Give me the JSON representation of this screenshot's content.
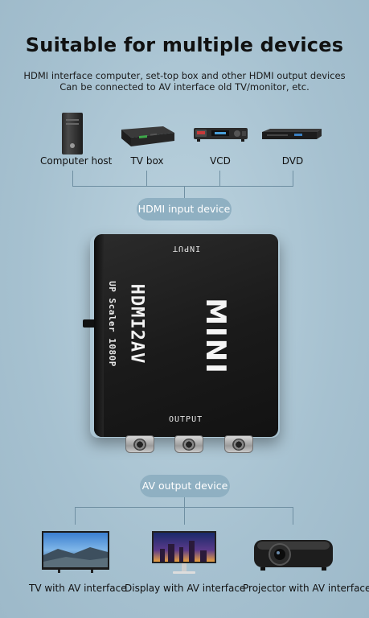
{
  "title": "Suitable for multiple devices",
  "subtitle": {
    "line1": "HDMI interface computer, set-top box and other HDMI output devices",
    "line2": "Can be connected to AV interface old TV/monitor, etc."
  },
  "input_devices": [
    {
      "label": "Computer host",
      "icon": "computer-tower-icon"
    },
    {
      "label": "TV box",
      "icon": "set-top-box-icon"
    },
    {
      "label": "VCD",
      "icon": "vcd-player-icon"
    },
    {
      "label": "DVD",
      "icon": "dvd-player-icon"
    }
  ],
  "input_pill": "HDMI input device",
  "adapter": {
    "input_label": "INPUT",
    "brand": "HDMI2AV",
    "tagline": "UP Scaler 1080P",
    "model": "MINI",
    "output_label": "OUTPUT"
  },
  "output_pill": "AV output device",
  "output_devices": [
    {
      "label": "TV with AV interface",
      "icon": "television-icon"
    },
    {
      "label": "Display with AV interface",
      "icon": "monitor-icon"
    },
    {
      "label": "Projector with AV interface",
      "icon": "projector-icon"
    }
  ],
  "colors": {
    "background": "#a9c4d3",
    "pill": "#8fb0c2",
    "connector_line": "#6f8fa2",
    "adapter_body": "#1a1a1a"
  }
}
